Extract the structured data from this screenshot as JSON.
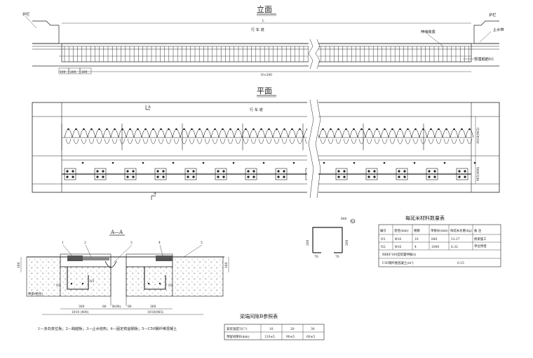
{
  "elevation": {
    "title": "立面",
    "left_rail_label": "护栏",
    "right_rail_label": "护栏",
    "water_stop_label": "止水带",
    "traffic_label": "行 车 道",
    "device_label": "伸缩装置",
    "anchor_label": "预埋钢筋N1",
    "span_label": "L",
    "dim_100": "100",
    "dim_200a": "200",
    "dim_200b": "200",
    "dim_total": "N×200"
  },
  "plan": {
    "title": "平面",
    "traffic_label": "行 车 道",
    "section_mark_top": "A",
    "section_mark_bottom": "A",
    "dim_upper": "1010(965)",
    "dim_lower": "965(400)"
  },
  "section": {
    "title": "A—A",
    "callouts": [
      "1",
      "2",
      "3",
      "4",
      "5"
    ],
    "dim_left_height": "180",
    "dim_right_height": "180",
    "dim_300_left": "300",
    "dim_80_left": "80",
    "dim_b": "B(90)",
    "dim_80_right": "80",
    "dim_300_right": "300",
    "dim_total_left": "1010 (400)",
    "dim_total_right": "1010(965)",
    "label_n2_left": "N2",
    "label_n2_right": "N2",
    "label_n1": "N1",
    "label_beam": "桥梁(桥台)",
    "legend": "1—多向变位板；2—跨越板；3—止水结构；4—固定梳齿钢板；5—C50钢纤维混凝土"
  },
  "rebar_detail": {
    "bar_mark": "N2",
    "dim_top": "840",
    "dim_left": "200",
    "dim_right": "200",
    "dim_bottom_left": "70",
    "dim_bottom_right": "70"
  },
  "material_table": {
    "title": "每延米材料数量表",
    "headers": [
      "编号",
      "直径(mm)",
      "根数",
      "单根长(mm)",
      "每延米总重(kg)",
      "备 注"
    ],
    "rows": [
      [
        "N1",
        "Φ16",
        "10",
        "840",
        "13.27"
      ],
      [
        "N2",
        "Φ16",
        "4",
        "1000",
        "6.32"
      ]
    ],
    "remark": "桥梁施工单位预埋",
    "row_steel_label": "RBKF160型装置伸缩(t)",
    "row_steel_value": "",
    "row_concrete_label": "C50钢纤维混凝土(m³)",
    "row_concrete_value": "0.15"
  },
  "gap_table": {
    "title": "梁端间隙B参照表",
    "row1_label": "安装温度T(C°)",
    "row1_values": [
      "10",
      "20",
      "30"
    ],
    "row2_label": "预留间隙B(mm)",
    "row2_values": [
      "120±5",
      "90±5",
      "60±5"
    ]
  }
}
